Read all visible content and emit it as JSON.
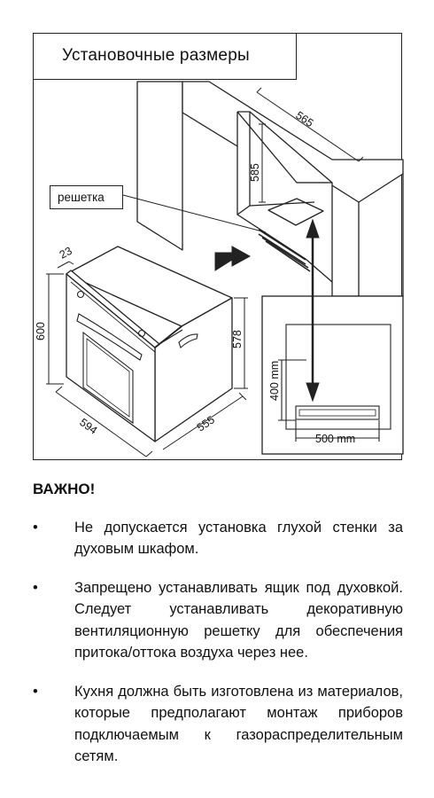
{
  "figure": {
    "title": "Установочные размеры",
    "grille_label": "решетка",
    "dimensions": {
      "cabinet_depth": "565",
      "cabinet_height": "585",
      "oven_front": "23",
      "oven_height": "600",
      "oven_body_height": "578",
      "oven_width": "594",
      "oven_depth": "555",
      "vent_height": "400 mm",
      "vent_width": "500 mm"
    }
  },
  "notice": {
    "heading": "ВАЖНО!",
    "bullet_symbol": "•",
    "items": [
      "Не допускается установка глухой стенки за духовым шкафом.",
      "Запрещено устанавливать ящик под духовкой. Следует устанавливать декоративную вентиляционную решетку для обеспечения притока/оттока воздуха через нее.",
      "Кухня должна быть изготовлена из материалов, которые предполагают монтаж приборов подключаемым к газораспределительным сетям."
    ]
  }
}
